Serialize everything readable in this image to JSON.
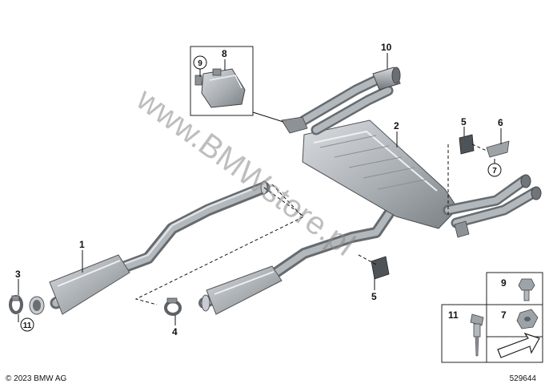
{
  "callouts": {
    "c1": "1",
    "c2": "2",
    "c3": "3",
    "c4": "4",
    "c5a": "5",
    "c5b": "5",
    "c6": "6",
    "c7": "7",
    "c8": "8",
    "c9": "9",
    "c10": "10",
    "c11": "11",
    "k7": "7",
    "k9": "9",
    "k11": "11",
    "b9": "9",
    "b7": "7",
    "b11": "11"
  },
  "watermark": "www.BMWstore.pl",
  "copyright": "© 2023 BMW AG",
  "diagram_number": "529644",
  "colors": {
    "part_fill": "#a9adb1",
    "part_dark": "#7d8287",
    "part_light": "#d7dadd",
    "line": "#111111"
  }
}
